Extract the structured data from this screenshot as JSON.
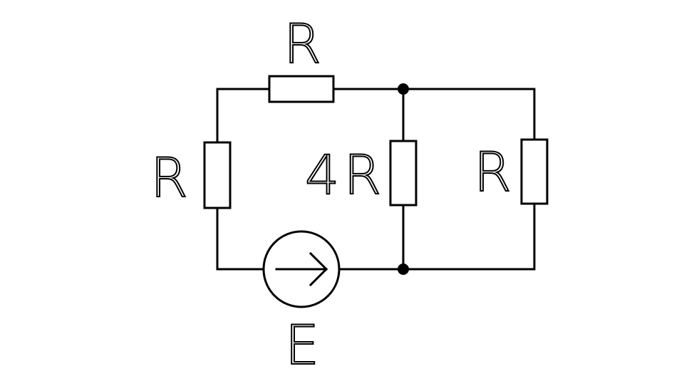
{
  "circuit": {
    "top_resistor": {
      "label": "R"
    },
    "left_resistor": {
      "label": "R"
    },
    "middle_resistor": {
      "label": "4R"
    },
    "right_resistor": {
      "label": "R"
    },
    "source": {
      "label": "E"
    },
    "colors": {
      "line": "#000000",
      "background": "#ffffff"
    }
  }
}
